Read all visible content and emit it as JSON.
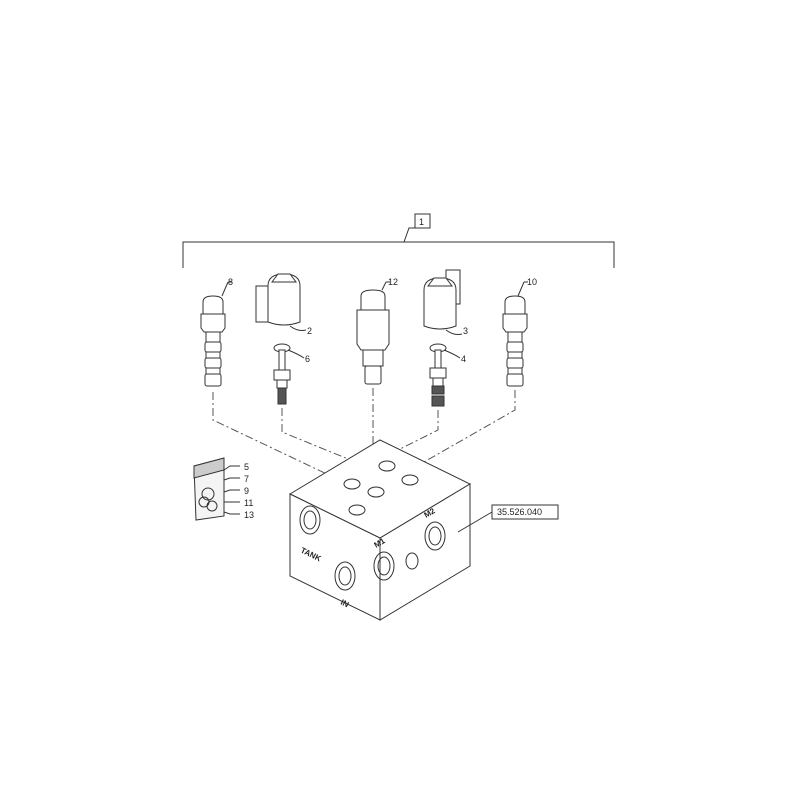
{
  "diagram": {
    "type": "exploded-parts-diagram",
    "subject": "hydraulic valve block assembly",
    "assembly_callout": "1",
    "reference_callout": "35.526.040",
    "parts": [
      {
        "callout": "8",
        "description": "cartridge valve (left)"
      },
      {
        "callout": "2",
        "description": "solenoid coil (left)"
      },
      {
        "callout": "6",
        "description": "solenoid valve stem (left)"
      },
      {
        "callout": "12",
        "description": "relief valve cartridge (center)"
      },
      {
        "callout": "3",
        "description": "solenoid coil (right)"
      },
      {
        "callout": "4",
        "description": "solenoid valve stem (right)"
      },
      {
        "callout": "10",
        "description": "cartridge valve (right)"
      },
      {
        "callout": "5",
        "description": "seal kit"
      },
      {
        "callout": "7",
        "description": "seal kit"
      },
      {
        "callout": "9",
        "description": "seal kit"
      },
      {
        "callout": "11",
        "description": "seal kit"
      },
      {
        "callout": "13",
        "description": "seal kit"
      }
    ],
    "port_labels": {
      "tank": "TANK",
      "in": "IN",
      "m1": "M1",
      "m2": "M2"
    }
  }
}
